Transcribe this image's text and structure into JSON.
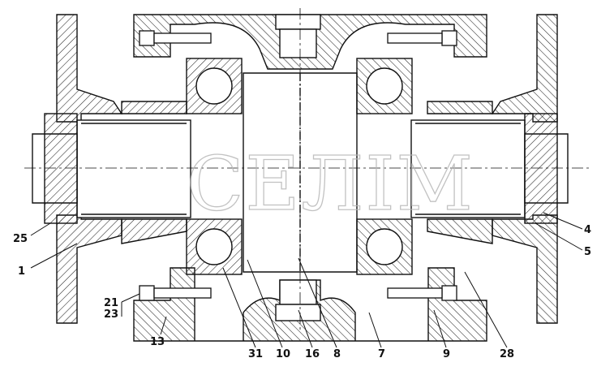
{
  "watermark": "СЕЛІМ",
  "colors": {
    "line": "#111111",
    "hatch": "#222222",
    "background": "#ffffff",
    "watermark": "#b8b8b8"
  },
  "callouts": [
    {
      "id": "25",
      "label": "25"
    },
    {
      "id": "1",
      "label": "1"
    },
    {
      "id": "21",
      "label": "21"
    },
    {
      "id": "23",
      "label": "23"
    },
    {
      "id": "13",
      "label": "13"
    },
    {
      "id": "31",
      "label": "31"
    },
    {
      "id": "10",
      "label": "10"
    },
    {
      "id": "16",
      "label": "16"
    },
    {
      "id": "8",
      "label": "8"
    },
    {
      "id": "7",
      "label": "7"
    },
    {
      "id": "9",
      "label": "9"
    },
    {
      "id": "28",
      "label": "28"
    },
    {
      "id": "4",
      "label": "4"
    },
    {
      "id": "5",
      "label": "5"
    }
  ]
}
